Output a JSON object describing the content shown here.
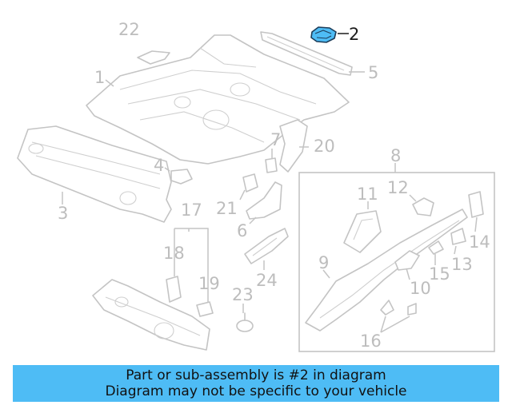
{
  "diagram": {
    "highlight_color": "#4ebcf5",
    "highlighted_part": "2",
    "callouts": {
      "c1": "1",
      "c2": "2",
      "c3": "3",
      "c4": "4",
      "c5": "5",
      "c6": "6",
      "c7": "7",
      "c8": "8",
      "c9": "9",
      "c10": "10",
      "c11": "11",
      "c12": "12",
      "c13": "13",
      "c14": "14",
      "c15": "15",
      "c16": "16",
      "c17": "17",
      "c18": "18",
      "c19": "19",
      "c20": "20",
      "c21": "21",
      "c22": "22",
      "c23": "23",
      "c24": "24"
    }
  },
  "banner": {
    "background": "#4ebcf5",
    "line1": "Part or sub-assembly is #2 in diagram",
    "line2": "Diagram may not be specific to your vehicle"
  }
}
